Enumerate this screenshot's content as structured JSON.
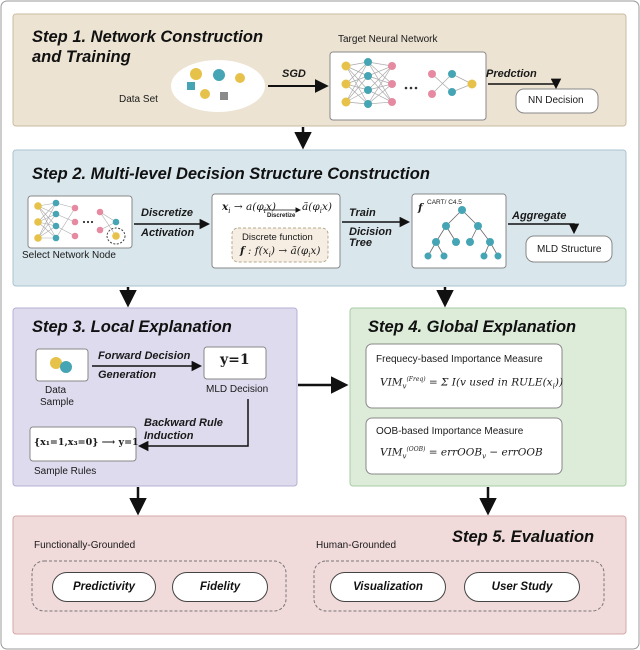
{
  "step1": {
    "title_line1": "Step 1. Network Construction",
    "title_line2": "and Training",
    "dataset_label": "Data Set",
    "sgd_label": "SGD",
    "target_label": "Target Neural Network",
    "prediction_label": "Predction",
    "decision_label": "NN Decision"
  },
  "step2": {
    "title": "Step 2. Multi-level Decision Structure Construction",
    "node_label": "Select Network Node",
    "discretize_line1": "Discretize",
    "discretize_line2": "Activation",
    "discretize_word": "Discretize",
    "discrete_fn_label": "Discrete function",
    "train_line1": "Train",
    "train_line2": "Dicision",
    "train_line3": "Tree",
    "cart_label": "CART/ C4.5",
    "aggregate_label": "Aggregate",
    "mld_label": "MLD Structure"
  },
  "step3": {
    "title": "Step 3. Local Explanation",
    "sample_line1": "Data",
    "sample_line2": "Sample",
    "forward_line1": "Forward Decision",
    "forward_line2": "Generation",
    "y_value": "y=1",
    "mld_decision_label": "MLD Decision",
    "backward_line1": "Backward Rule",
    "backward_line2": "Induction",
    "rule_text": "{x₁=1,x₃=0} ⟶ y=1",
    "rules_label": "Sample  Rules"
  },
  "step4": {
    "title": "Step 4. Global Explanation",
    "freq_title": "Frequecy-based  Importance Measure",
    "oob_title": "OOB-based  Importance Measure"
  },
  "step5": {
    "title": "Step 5. Evaluation",
    "functional_label": "Functionally-Grounded",
    "human_label": "Human-Grounded",
    "predictivity": "Predictivity",
    "fidelity": "Fidelity",
    "visualization": "Visualization",
    "user_study": "User Study"
  },
  "colors": {
    "step1_bg": "#ece3d2",
    "step2_bg": "#d9e6ec",
    "step3_bg": "#dedbee",
    "step4_bg": "#dcecd9",
    "step5_bg": "#f1dada",
    "node_yellow": "#e7c24a",
    "node_teal": "#46a5b4",
    "node_pink": "#e58aa0",
    "node_grey": "#8a8a8a"
  }
}
